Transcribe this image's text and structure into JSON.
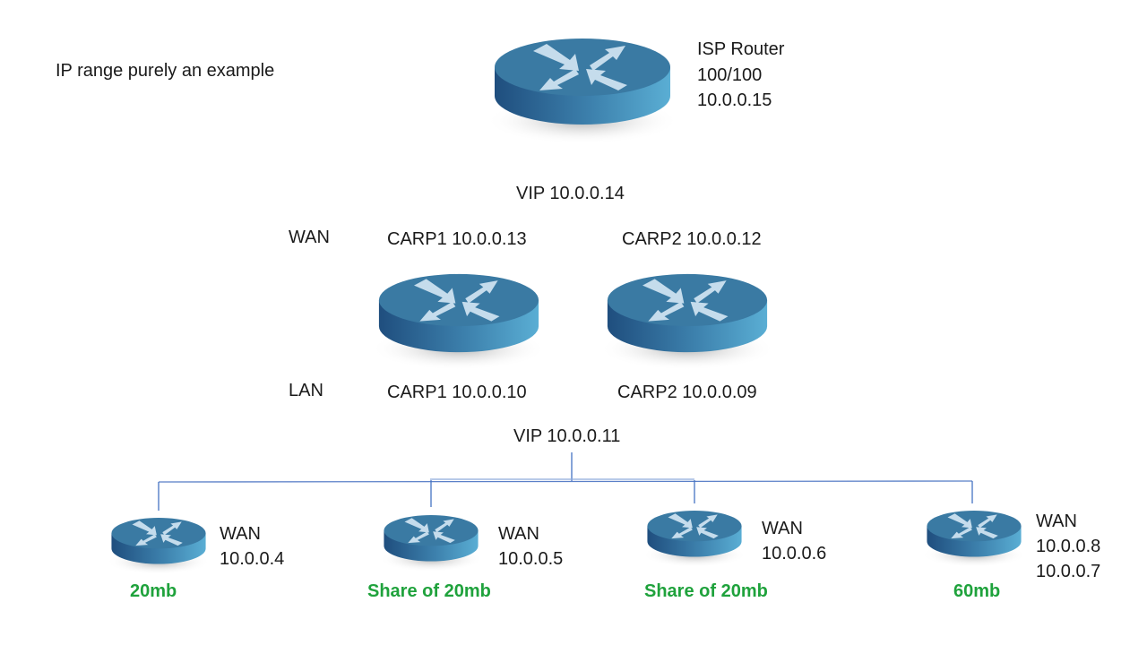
{
  "note": "IP range purely an example",
  "isp_router": {
    "name": "ISP Router",
    "speed": "100/100",
    "ip": "10.0.0.15",
    "icon": "router-icon"
  },
  "wan_vip": "VIP 10.0.0.14",
  "lan_vip": "VIP 10.0.0.11",
  "side_labels": {
    "wan": "WAN",
    "lan": "LAN"
  },
  "carp_routers": [
    {
      "wan_label": "CARP1 10.0.0.13",
      "lan_label": "CARP1 10.0.0.10",
      "icon": "router-icon"
    },
    {
      "wan_label": "CARP2 10.0.0.12",
      "lan_label": "CARP2 10.0.0.09",
      "icon": "router-icon"
    }
  ],
  "branch_routers": [
    {
      "label": "WAN",
      "ips": [
        "10.0.0.4"
      ],
      "bandwidth": "20mb"
    },
    {
      "label": "WAN",
      "ips": [
        "10.0.0.5"
      ],
      "bandwidth": "Share of 20mb"
    },
    {
      "label": "WAN",
      "ips": [
        "10.0.0.6"
      ],
      "bandwidth": "Share of 20mb"
    },
    {
      "label": "WAN",
      "ips": [
        "10.0.0.8",
        "10.0.0.7"
      ],
      "bandwidth": "60mb"
    }
  ],
  "colors": {
    "router_dark": "#1f4e7e",
    "router_light": "#5aaed4",
    "router_top": "#3a7aa3",
    "arrow": "#c5dcec",
    "connector": "#4472c4",
    "bandwidth_text": "#1fa23c"
  }
}
